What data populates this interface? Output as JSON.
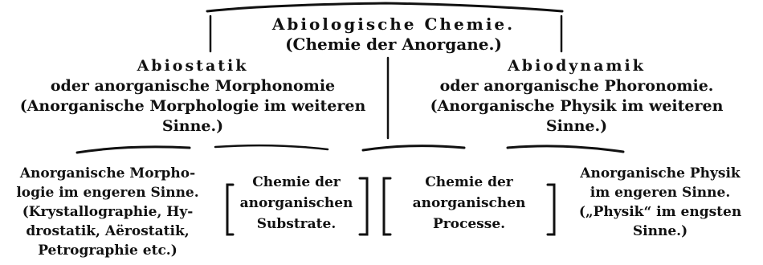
{
  "root": {
    "title": "Abiologische Chemie.",
    "subtitle": "(Chemie der Anorgane.)"
  },
  "abiostatik": {
    "title": "Abiostatik",
    "line1": "oder anorganische Morphonomie",
    "line2": "(Anorganische Morphologie im weiteren",
    "line3": "Sinne.)"
  },
  "abiodynamik": {
    "title": "Abiodynamik",
    "line1": "oder anorganische Phoronomie.",
    "line2": "(Anorganische Physik im weiteren",
    "line3": "Sinne.)"
  },
  "leaves": {
    "morphologie": {
      "line1": "Anorganische Morpho-",
      "line2": "logie im engeren Sinne.",
      "line3": "(Krystallographie, Hy-",
      "line4": "drostatik, Aërostatik,",
      "line5": "Petrographie etc.)"
    },
    "substrate": {
      "line1": "Chemie der",
      "line2": "anorganischen",
      "line3": "Substrate."
    },
    "processe": {
      "line1": "Chemie der",
      "line2": "anorganischen",
      "line3": "Processe."
    },
    "physik": {
      "line1": "Anorganische Physik",
      "line2": "im engeren Sinne.",
      "line3": "(„Physik“ im engsten",
      "line4": "Sinne.)"
    }
  }
}
